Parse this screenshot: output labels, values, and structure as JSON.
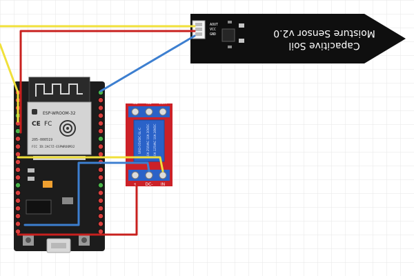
{
  "colors": {
    "wire_red": "#c8201e",
    "wire_yellow": "#f0e03a",
    "wire_blue": "#3d7fd0",
    "board": "#1c1c1c",
    "relay_board": "#cc2128",
    "relay_cube": "#2a62c8",
    "sensor": "#0f0f0f",
    "pin_red": "#d9413f",
    "pin_green": "#4bb34b",
    "grid": "#e6e6e6"
  },
  "sensor": {
    "title_line1": "Capacitive Soil",
    "title_line2": "Moisture Sensor v2.0",
    "pin_labels": [
      "AOUT",
      "VCC",
      "GND"
    ]
  },
  "esp32": {
    "module_title": "ESP-WROOM-32",
    "fcc_id": "FCC ID:2AC7Z-ESPWROOM32",
    "cert_code": "205-000519"
  },
  "relay": {
    "top_terminals": [
      "NC",
      "NO",
      "COM"
    ],
    "bottom_terminals": [
      "+",
      "DC-",
      "IN"
    ],
    "cube_text_1": "SRD-05VDC-SL-C",
    "cube_text_2": "10A 250VAC  10A 30VDC",
    "cube_text_3": "10A 125VAC  10A 28VDC"
  }
}
